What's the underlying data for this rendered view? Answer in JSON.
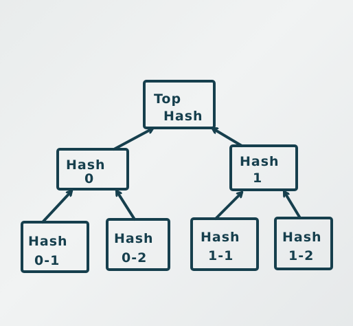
{
  "diagram": {
    "ink_color": "#163f4d",
    "nodes": [
      {
        "id": "top",
        "lines": [
          "Top",
          "Hash"
        ]
      },
      {
        "id": "h0",
        "lines": [
          "Hash",
          "0"
        ]
      },
      {
        "id": "h1",
        "lines": [
          "Hash",
          "1"
        ]
      },
      {
        "id": "h01",
        "lines": [
          "Hash",
          "0-1"
        ]
      },
      {
        "id": "h02",
        "lines": [
          "Hash",
          "0-2"
        ]
      },
      {
        "id": "h11",
        "lines": [
          "Hash",
          "1-1"
        ]
      },
      {
        "id": "h12",
        "lines": [
          "Hash",
          "1-2"
        ]
      }
    ],
    "edges": [
      {
        "from": "h0",
        "to": "top"
      },
      {
        "from": "h1",
        "to": "top"
      },
      {
        "from": "h01",
        "to": "h0"
      },
      {
        "from": "h02",
        "to": "h0"
      },
      {
        "from": "h11",
        "to": "h1"
      },
      {
        "from": "h12",
        "to": "h1"
      }
    ]
  }
}
